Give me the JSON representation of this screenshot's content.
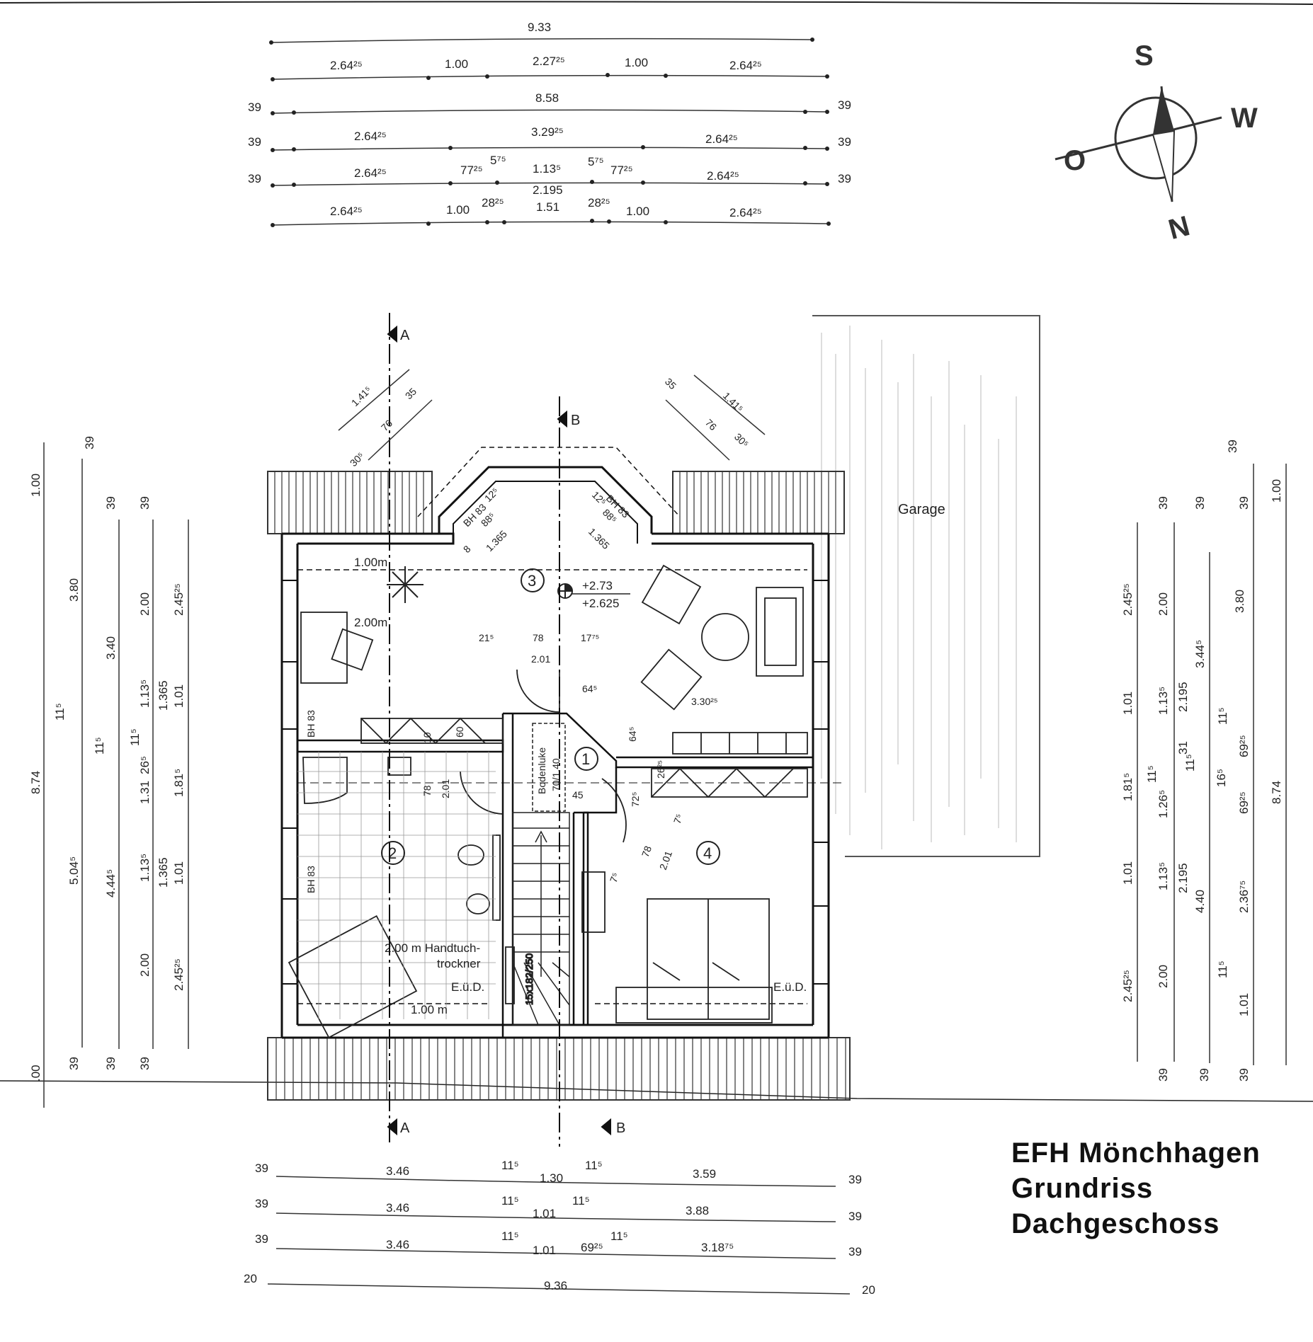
{
  "title": {
    "line1": "EFH Mönchhagen",
    "line2": "Grundriss",
    "line3": "Dachgeschoss"
  },
  "compass": {
    "south": "S",
    "west": "W",
    "east": "O",
    "north": "N"
  },
  "sections": {
    "a": "A",
    "b": "B"
  },
  "garage_label": "Garage",
  "rooms": {
    "r1": "1",
    "r2": "2",
    "r3": "3",
    "r4": "4"
  },
  "labels": {
    "level_top": "+2.73",
    "level_bottom": "+2.625",
    "bodenluke_1": "Bodenluke",
    "bodenluke_2": "70/1.40",
    "handtuch_1": "2.00 m  Handtuch-",
    "handtuch_2": "trockner",
    "eud_bath": "E.ü.D.",
    "eud_bed": "E.ü.D.",
    "height_100m_bath": "1.00 m",
    "height_100m_living": "1.00m",
    "height_200m_living": "2.00m",
    "stairs": "15x182/250",
    "bh83_left_upper": "BH 83",
    "bh83_left_lower": "BH 83",
    "bh83_bay_left": "BH 83",
    "bh83_bay_right": "BH 83"
  },
  "top_dims": {
    "row0": [
      "9.33"
    ],
    "row1": [
      "2.64²⁵",
      "1.00",
      "2.27²⁵",
      "1.00",
      "2.64²⁵"
    ],
    "row2": [
      "39",
      "8.58",
      "39"
    ],
    "row3": [
      "39",
      "2.64²⁵",
      "3.29²⁵",
      "2.64²⁵",
      "39"
    ],
    "row4": [
      "39",
      "2.64²⁵",
      "77²⁵",
      "5⁷⁵",
      "1.13⁵",
      "5⁷⁵",
      "77²⁵",
      "2.64²⁵",
      "39"
    ],
    "row5": [
      "2.64²⁵",
      "1.00",
      "28²⁵",
      "1.51",
      "28²⁵",
      "1.00",
      "2.64²⁵"
    ],
    "extra": "2.195"
  },
  "bottom_dims": {
    "row1": [
      "39",
      "3.46",
      "11⁵",
      "1.30",
      "11⁵",
      "3.59",
      "39"
    ],
    "row2": [
      "39",
      "3.46",
      "11⁵",
      "1.01",
      "11⁵",
      "3.88",
      "39"
    ],
    "row3": [
      "39",
      "3.46",
      "11⁵",
      "1.01",
      "69²⁵",
      "11⁵",
      "3.18⁷⁵",
      "39"
    ],
    "row4": [
      "20",
      "9.36",
      "20"
    ]
  },
  "left_dims": {
    "col1": [
      "1.00",
      "8.74",
      ".00"
    ],
    "col2": [
      "39",
      "3.80",
      "11⁵",
      "5.04⁵",
      "39"
    ],
    "col3": [
      "39",
      "3.40",
      "11⁵",
      "4.44⁵",
      "39"
    ],
    "col4": [
      "39",
      "2.00",
      "1.13⁵",
      "1.31",
      "1.13⁵",
      "2.00",
      "39"
    ],
    "col5": [
      "2.45²⁵",
      "1.01",
      "1.81⁵",
      "1.01",
      "2.45²⁵"
    ],
    "col6": [
      "1.365",
      "26⁵",
      "11⁵",
      "1.365"
    ]
  },
  "right_dims": {
    "col1": [
      "2.45²⁵",
      "1.01",
      "1.81⁵",
      "1.01",
      "2.45²⁵"
    ],
    "col2": [
      "39",
      "2.00",
      "1.13⁵",
      "1.26⁵",
      "1.13⁵",
      "2.00",
      "39"
    ],
    "col3": [
      "2.195",
      "11⁵",
      "31",
      "2.195",
      "39"
    ],
    "col4": [
      "39",
      "3.44⁵",
      "11⁵",
      "16⁵",
      "4.40",
      "39"
    ],
    "col5": [
      "11⁵",
      "69²⁵",
      "69²⁵",
      "2.36⁷⁵",
      "11⁵",
      "1.01",
      "39"
    ],
    "col6": [
      "39",
      "1.00",
      "3.80",
      "8.74"
    ]
  },
  "diag_dims": {
    "left": [
      "1.41⁵",
      "35",
      "76",
      "30⁵"
    ],
    "right": [
      "35",
      "1.41⁵",
      "76",
      "30⁵"
    ]
  },
  "interior_dims": {
    "bay_left": [
      "12⁵",
      "88⁵",
      "1.365",
      "8"
    ],
    "bay_right": [
      "12⁵",
      "88⁵",
      "1.365"
    ],
    "mid": [
      "21⁵",
      "78",
      "17⁷⁵",
      "2.01"
    ],
    "hall": [
      "64⁵",
      "3.30²⁵",
      "64⁵",
      "26²⁵",
      "72⁵",
      "45"
    ],
    "bath": [
      "10",
      "60",
      "78",
      "2.01"
    ],
    "bed": [
      "78",
      "2.01",
      "7⁵",
      "7⁵"
    ]
  }
}
